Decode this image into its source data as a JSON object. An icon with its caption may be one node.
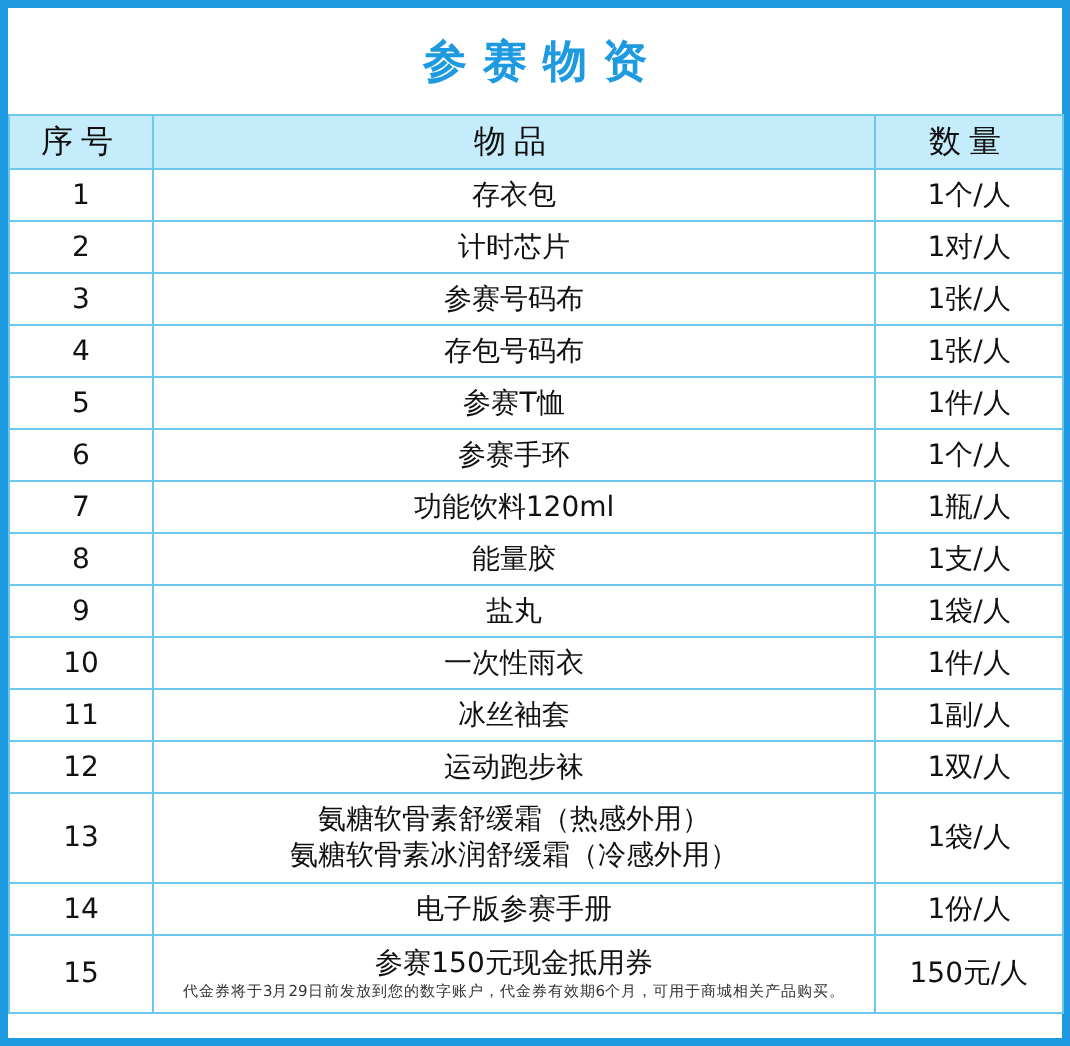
{
  "diagram": {
    "title": "参赛物资",
    "labels": [
      "序号",
      "物品",
      "数量",
      "1",
      "存衣包",
      "1个/人",
      "2",
      "计时芯片",
      "1对/人",
      "3",
      "参赛号码布",
      "1张/人",
      "4",
      "存包号码布",
      "1张/人",
      "5",
      "参赛T恤",
      "1件/人",
      "6",
      "参赛手环",
      "1个/人",
      "7",
      "功能饮料120ml",
      "1瓶/人",
      "8",
      "能量胶",
      "1支/人",
      "9",
      "盐丸",
      "1袋/人",
      "10",
      "一次性雨衣",
      "1件/人",
      "11",
      "冰丝袖套",
      "1副/人",
      "12",
      "运动跑步袜",
      "1双/人",
      "13",
      "氨糖软骨素舒缓霜（热感外用）",
      "氨糖软骨素冰润舒缓霜（冷感外用）",
      "1袋/人",
      "14",
      "电子版参赛手册",
      "1份/人",
      "15",
      "参赛150元现金抵用券",
      "代金券将于3月29日前发放到您的数字账户，代金券有效期6个月，可用于商城相关产品购买。",
      "150元/人"
    ]
  }
}
